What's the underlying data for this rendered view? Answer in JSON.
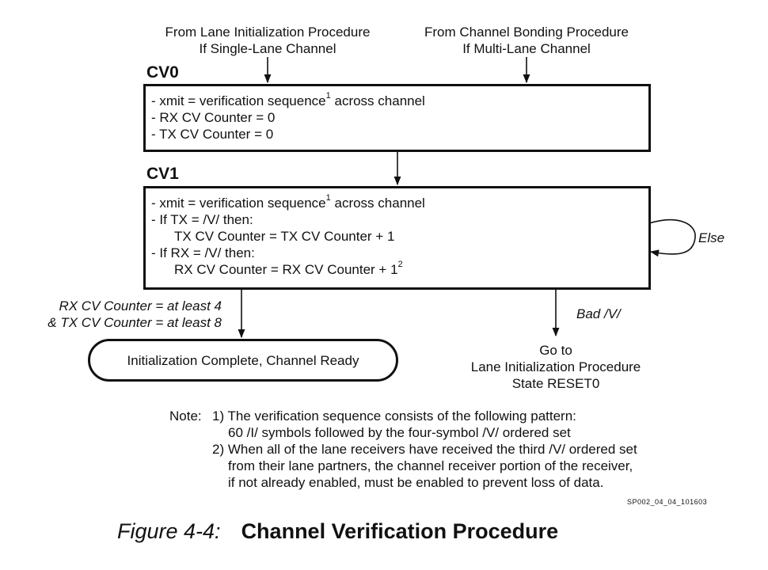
{
  "entries": {
    "left": {
      "line1": "From Lane Initialization Procedure",
      "line2": "If Single-Lane Channel"
    },
    "right": {
      "line1": "From Channel Bonding Procedure",
      "line2": "If Multi-Lane Channel"
    }
  },
  "cv0": {
    "label": "CV0",
    "lines": [
      {
        "pre": "- xmit = verification sequence",
        "sup": "1",
        "post": " across channel"
      },
      {
        "text": "- RX CV Counter = 0"
      },
      {
        "text": "- TX CV Counter = 0"
      }
    ]
  },
  "cv1": {
    "label": "CV1",
    "lines": [
      {
        "pre": "- xmit = verification sequence",
        "sup": "1",
        "post": " across channel"
      },
      {
        "text": "- If TX = /V/ then:"
      },
      {
        "text": "TX CV Counter = TX CV Counter + 1"
      },
      {
        "text": "- If RX = /V/ then:"
      },
      {
        "pre": "RX CV Counter = RX CV Counter + 1",
        "sup": "2"
      }
    ],
    "else_label": "Else"
  },
  "transitions": {
    "complete_cond_line1": "RX CV Counter = at least 4",
    "complete_cond_line2": "& TX CV Counter = at least 8",
    "bad_label": "Bad /V/"
  },
  "complete": {
    "label": "Initialization Complete, Channel Ready"
  },
  "goto": {
    "line1": "Go to",
    "line2": "Lane Initialization Procedure",
    "line3": "State RESET0"
  },
  "note": {
    "prefix": "Note:",
    "n1_line1": "1) The verification sequence consists of the following pattern:",
    "n1_line2": "60 /I/ symbols followed by the four-symbol /V/ ordered set",
    "n2_line1": "2) When all of the lane receivers have received the third /V/ ordered set",
    "n2_line2": "from their lane partners, the channel receiver portion of the receiver,",
    "n2_line3": "if not already enabled, must be enabled to prevent loss of data."
  },
  "code": "SP002_04_04_101603",
  "caption": {
    "number": "Figure 4-4:",
    "title": "Channel Verification Procedure"
  }
}
